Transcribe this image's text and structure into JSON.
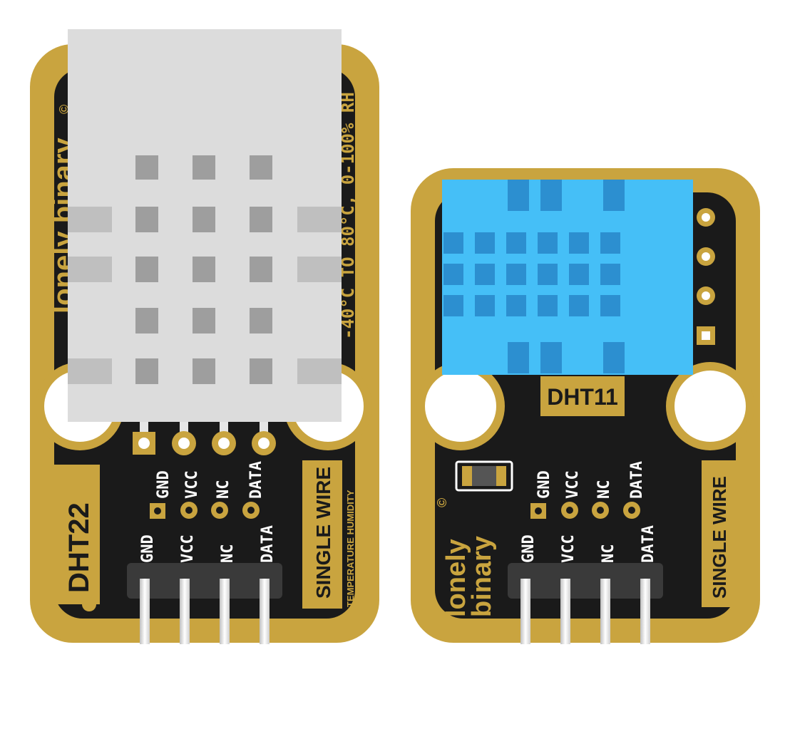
{
  "colors": {
    "pcb_gold": "#C9A43F",
    "pcb_black": "#1A1A1A",
    "dht22_housing": "#DCDCDC",
    "dht11_housing": "#45BFF7",
    "pin_silver": "#FFFFFF",
    "header_plastic": "#3A3A3A"
  },
  "dht22": {
    "model_label": "DHT22",
    "brand_text": "lonely binary",
    "brand_mark": "©",
    "spec_text": "-40°C TO 80°C, 0-100% RH",
    "interface_label": "SINGLE WIRE",
    "subtitle": "TEMPERATURE HUMIDITY",
    "pins": [
      "GND",
      "VCC",
      "NC",
      "DATA"
    ],
    "header_pins": [
      "GND",
      "VCC",
      "NC",
      "DATA"
    ]
  },
  "dht11": {
    "model_label": "DHT11",
    "brand_line1": "lonely",
    "brand_line2": "binary",
    "brand_mark": "©",
    "interface_label": "SINGLE WIRE",
    "pins": [
      "GND",
      "VCC",
      "NC",
      "DATA"
    ],
    "header_pins": [
      "GND",
      "VCC",
      "NC",
      "DATA"
    ]
  }
}
